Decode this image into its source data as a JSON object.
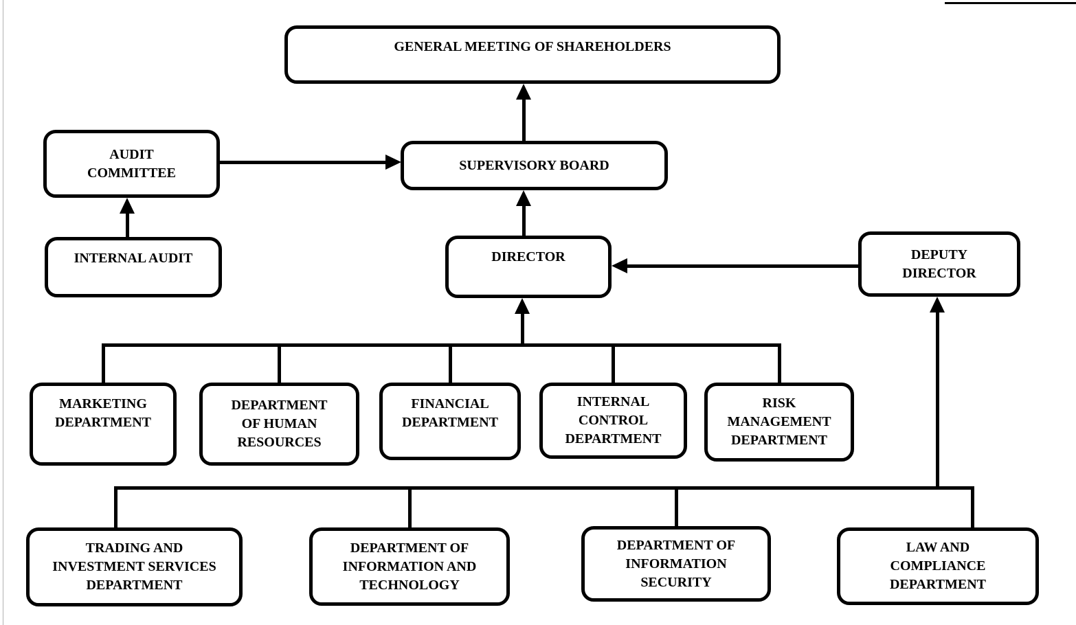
{
  "diagram": {
    "type": "org-chart",
    "title": "Company organizational structure chart",
    "colors": {
      "line": "#000000",
      "box_background": "#ffffff",
      "box_border": "#000000",
      "page_edge": "#b0b0b0"
    },
    "nodes": {
      "general_meeting": {
        "label": "GENERAL MEETING OF SHAREHOLDERS"
      },
      "audit_committee": {
        "label": "AUDIT\nCOMMITTEE"
      },
      "supervisory_board": {
        "label": "SUPERVISORY BOARD"
      },
      "internal_audit": {
        "label": "INTERNAL AUDIT"
      },
      "director": {
        "label": "DIRECTOR"
      },
      "deputy_director": {
        "label": "DEPUTY\nDIRECTOR"
      },
      "marketing": {
        "label": "MARKETING\nDEPARTMENT"
      },
      "human_resources": {
        "label": "DEPARTMENT\nOF HUMAN\nRESOURCES"
      },
      "financial": {
        "label": "FINANCIAL\nDEPARTMENT"
      },
      "internal_control": {
        "label": "INTERNAL\nCONTROL\nDEPARTMENT"
      },
      "risk_management": {
        "label": "RISK\nMANAGEMENT\nDEPARTMENT"
      },
      "trading": {
        "label": "TRADING AND\nINVESTMENT SERVICES\nDEPARTMENT"
      },
      "info_tech": {
        "label": "DEPARTMENT OF\nINFORMATION AND\nTECHNOLOGY"
      },
      "info_security": {
        "label": "DEPARTMENT OF\nINFORMATION\nSECURITY"
      },
      "law_compliance": {
        "label": "LAW AND\nCOMPLIANCE\nDEPARTMENT"
      }
    },
    "edges": [
      {
        "from": "supervisory_board",
        "to": "general_meeting",
        "style": "arrow-up"
      },
      {
        "from": "audit_committee",
        "to": "supervisory_board",
        "style": "arrow-right"
      },
      {
        "from": "internal_audit",
        "to": "audit_committee",
        "style": "arrow-up"
      },
      {
        "from": "director",
        "to": "supervisory_board",
        "style": "arrow-up"
      },
      {
        "from": "deputy_director",
        "to": "director",
        "style": "arrow-left"
      },
      {
        "from": "director_departments_bus",
        "to": "director",
        "style": "arrow-up"
      },
      {
        "from": "marketing",
        "to": "director_departments_bus",
        "style": "line"
      },
      {
        "from": "human_resources",
        "to": "director_departments_bus",
        "style": "line"
      },
      {
        "from": "financial",
        "to": "director_departments_bus",
        "style": "line"
      },
      {
        "from": "internal_control",
        "to": "director_departments_bus",
        "style": "line"
      },
      {
        "from": "risk_management",
        "to": "director_departments_bus",
        "style": "line"
      },
      {
        "from": "deputy_departments_bus",
        "to": "deputy_director",
        "style": "arrow-up"
      },
      {
        "from": "trading",
        "to": "deputy_departments_bus",
        "style": "line"
      },
      {
        "from": "info_tech",
        "to": "deputy_departments_bus",
        "style": "line"
      },
      {
        "from": "info_security",
        "to": "deputy_departments_bus",
        "style": "line"
      },
      {
        "from": "law_compliance",
        "to": "deputy_departments_bus",
        "style": "line"
      }
    ]
  }
}
